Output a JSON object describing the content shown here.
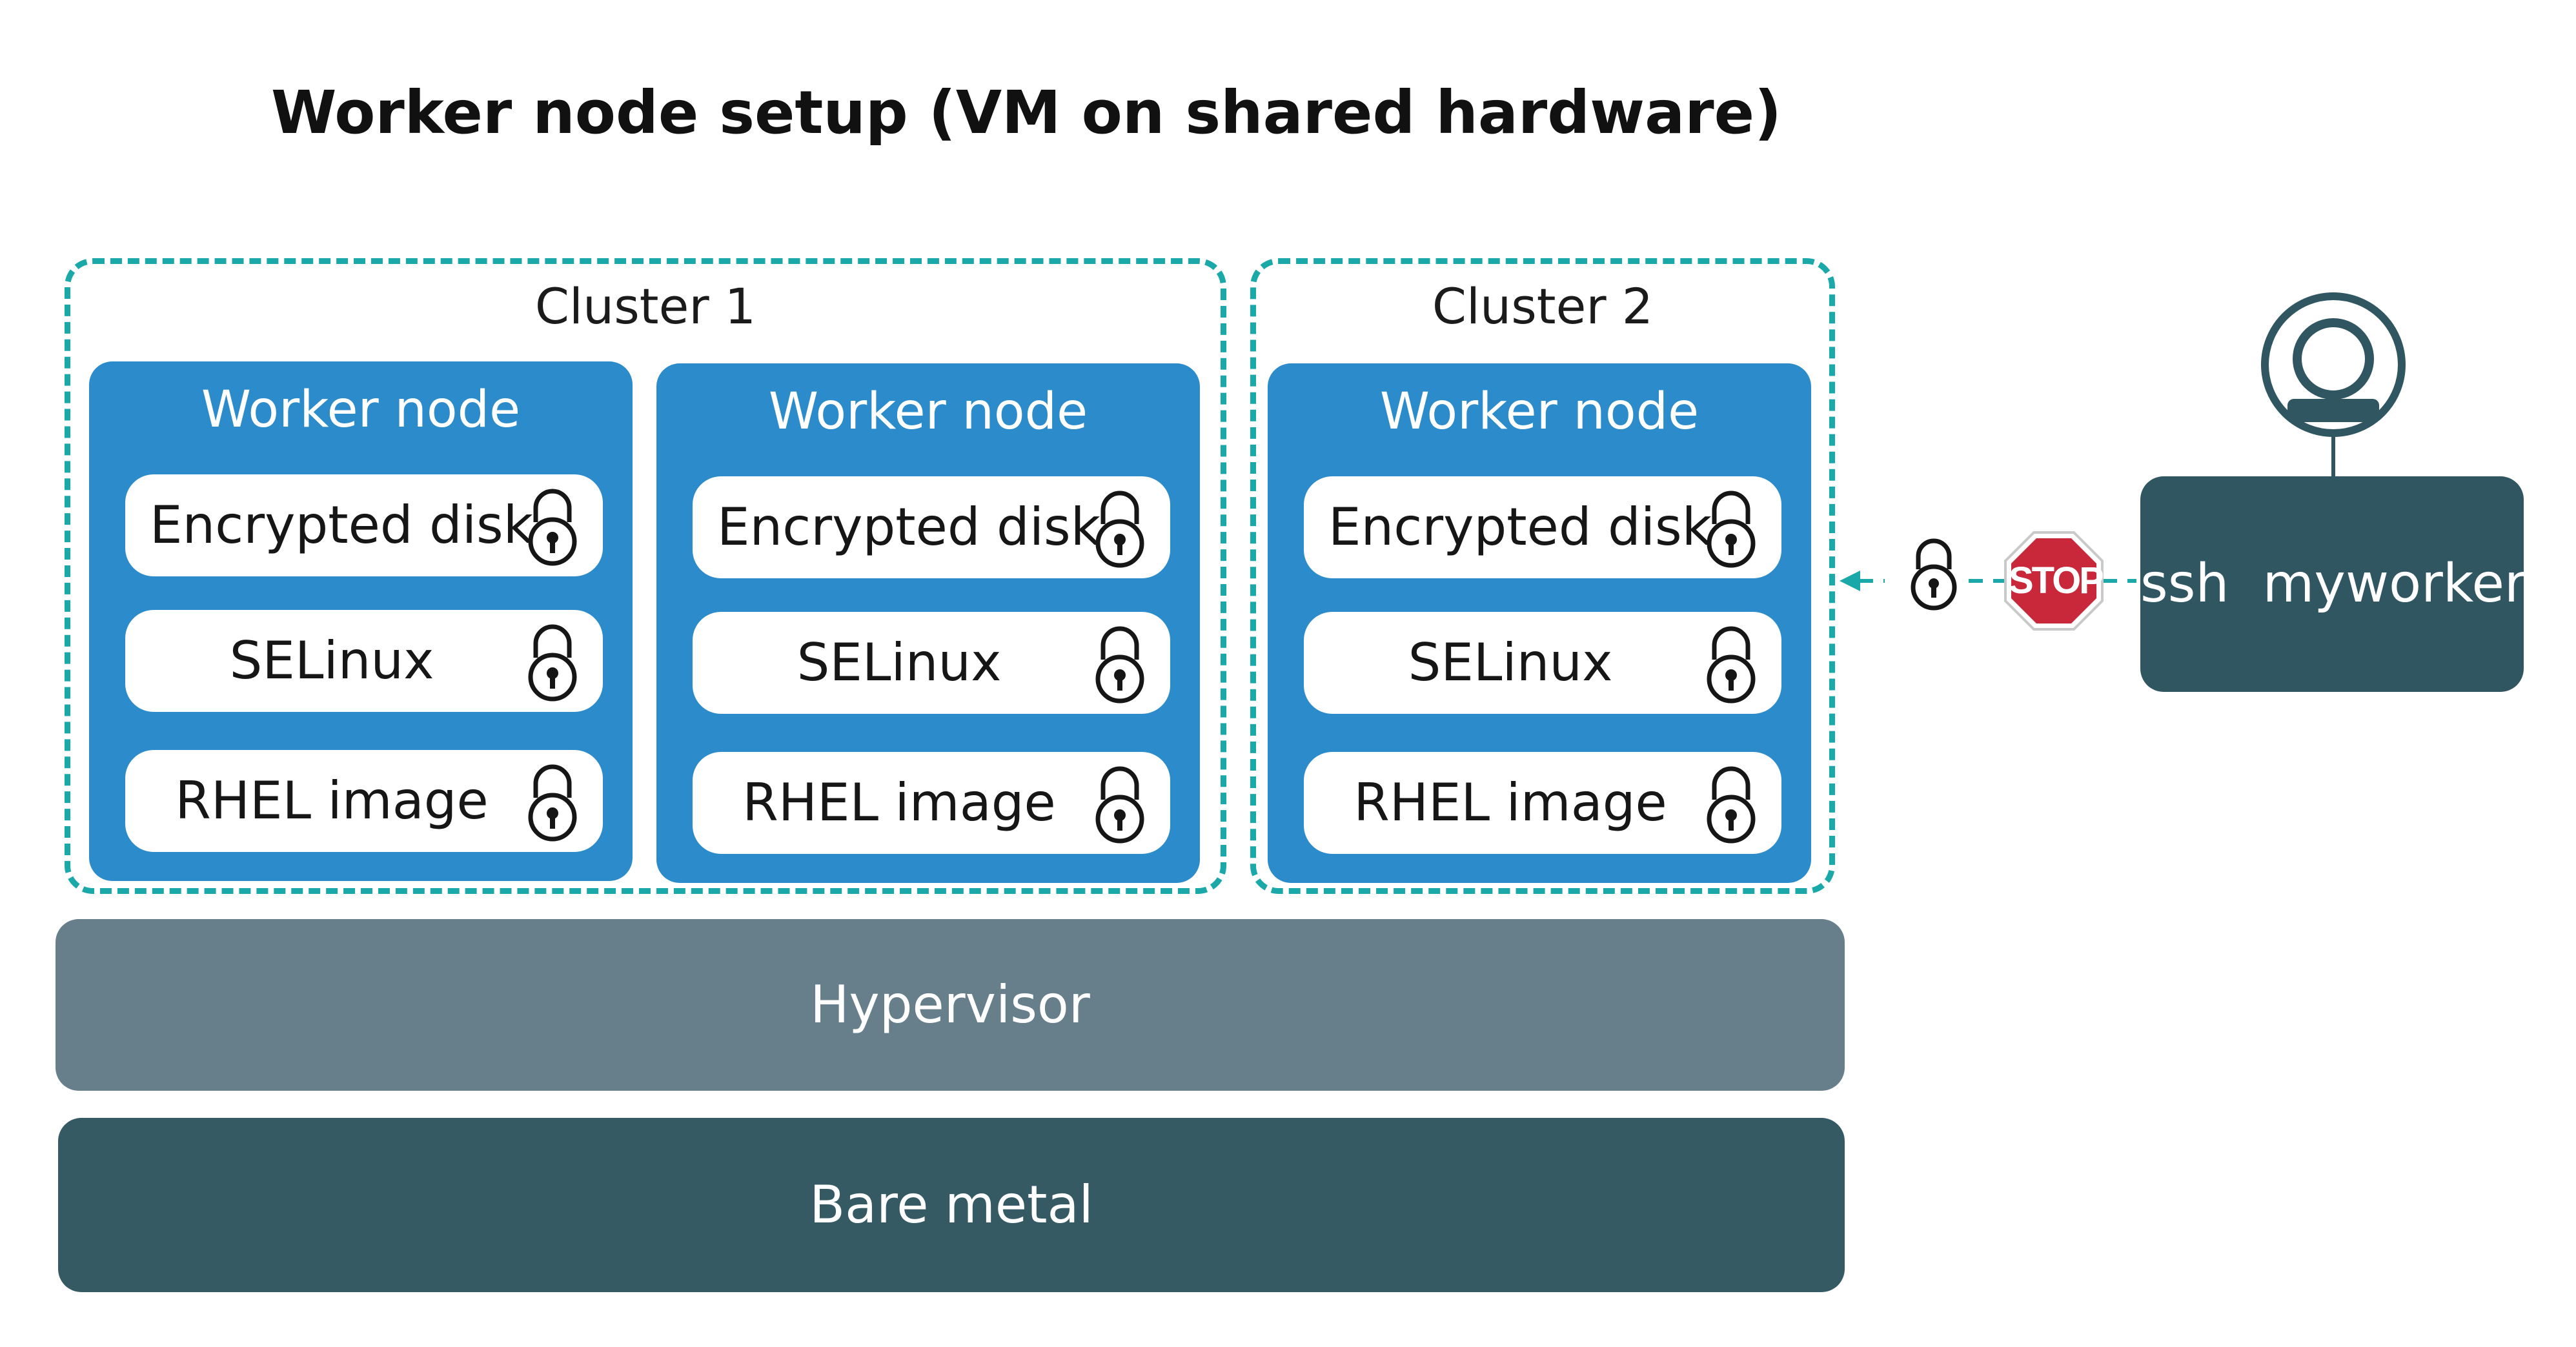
{
  "title": "Worker node setup (VM on shared hardware)",
  "clusters": [
    {
      "label": "Cluster 1"
    },
    {
      "label": "Cluster 2"
    }
  ],
  "worker_nodes": [
    {
      "label": "Worker node",
      "items": [
        "Encrypted disk",
        "SELinux",
        "RHEL image"
      ]
    },
    {
      "label": "Worker node",
      "items": [
        "Encrypted disk",
        "SELinux",
        "RHEL image"
      ]
    },
    {
      "label": "Worker node",
      "items": [
        "Encrypted disk",
        "SELinux",
        "RHEL image"
      ]
    }
  ],
  "layers": {
    "hypervisor": "Hypervisor",
    "bare_metal": "Bare metal"
  },
  "ssh": {
    "command": "ssh  myworker",
    "stop_sign": "STOP"
  },
  "colors": {
    "node_blue": "#2c8ccb",
    "dashed_teal": "#1aa8a8",
    "hypervisor": "#677e8b",
    "bare_metal": "#355a64",
    "ssh_box": "#2f5661",
    "stop_red": "#c8283a"
  }
}
